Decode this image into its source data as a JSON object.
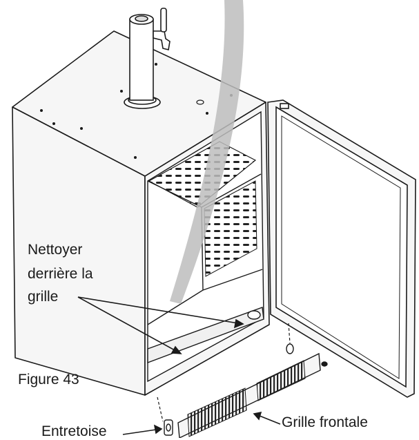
{
  "figure": {
    "caption": "Figure 43",
    "labels": {
      "clean_line1": "Nettoyer",
      "clean_line2": "derrière la",
      "clean_line3": "grille",
      "grille_frontale": "Grille frontale",
      "entretoise": "Entretoise"
    }
  },
  "colors": {
    "line": "#1a1a1a",
    "body_fill": "#f6f6f6",
    "arrow_fill": "#bdbdbd"
  }
}
